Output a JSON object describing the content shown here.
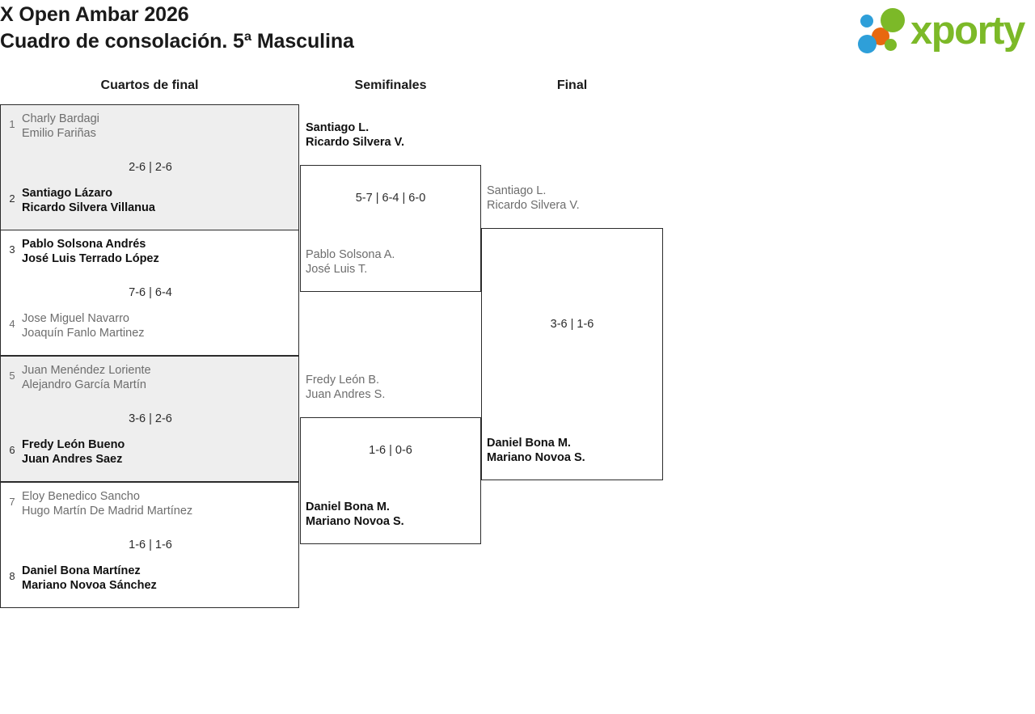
{
  "header": {
    "title_line1": "X Open Ambar 2026",
    "title_line2": "Cuadro de consolación. 5ª Masculina",
    "logo_text": "xporty",
    "logo_colors": {
      "green": "#7cb928",
      "blue": "#2e9fd9",
      "orange": "#e8680f"
    }
  },
  "rounds": [
    {
      "label": "Cuartos de final"
    },
    {
      "label": "Semifinales"
    },
    {
      "label": "Final"
    }
  ],
  "bracket": {
    "quarterfinals": [
      {
        "shaded": true,
        "top": {
          "seed": "1",
          "p1": "Charly Bardagi",
          "p2": "Emilio Fariñas",
          "winner": false
        },
        "bottom": {
          "seed": "2",
          "p1": "Santiago Lázaro",
          "p2": "Ricardo Silvera Villanua",
          "winner": true
        },
        "score": "2-6 | 2-6"
      },
      {
        "shaded": false,
        "top": {
          "seed": "3",
          "p1": "Pablo Solsona Andrés",
          "p2": "José Luis Terrado López",
          "winner": true
        },
        "bottom": {
          "seed": "4",
          "p1": "Jose Miguel Navarro",
          "p2": "Joaquín Fanlo Martinez",
          "winner": false
        },
        "score": "7-6 | 6-4"
      },
      {
        "shaded": true,
        "top": {
          "seed": "5",
          "p1": "Juan Menéndez Loriente",
          "p2": "Alejandro García Martín",
          "winner": false
        },
        "bottom": {
          "seed": "6",
          "p1": "Fredy León Bueno",
          "p2": "Juan Andres Saez",
          "winner": true
        },
        "score": "3-6 | 2-6"
      },
      {
        "shaded": false,
        "top": {
          "seed": "7",
          "p1": "Eloy Benedico Sancho",
          "p2": "Hugo Martín De Madrid Martínez",
          "winner": false
        },
        "bottom": {
          "seed": "8",
          "p1": "Daniel Bona Martínez",
          "p2": "Mariano Novoa Sánchez",
          "winner": true
        },
        "score": "1-6 | 1-6"
      }
    ],
    "semifinals": [
      {
        "top": {
          "p1": "Santiago L.",
          "p2": "Ricardo Silvera V.",
          "winner": true
        },
        "bottom": {
          "p1": "Pablo Solsona A.",
          "p2": "José Luis T.",
          "winner": false
        },
        "score": "5-7 | 6-4 | 6-0"
      },
      {
        "top": {
          "p1": "Fredy León B.",
          "p2": "Juan Andres S.",
          "winner": false
        },
        "bottom": {
          "p1": "Daniel Bona M.",
          "p2": "Mariano Novoa S.",
          "winner": true
        },
        "score": "1-6 | 0-6"
      }
    ],
    "final": {
      "top": {
        "p1": "Santiago L.",
        "p2": "Ricardo Silvera V.",
        "winner": false
      },
      "bottom": {
        "p1": "Daniel Bona M.",
        "p2": "Mariano Novoa S.",
        "winner": true
      },
      "score": "3-6 | 1-6"
    }
  }
}
